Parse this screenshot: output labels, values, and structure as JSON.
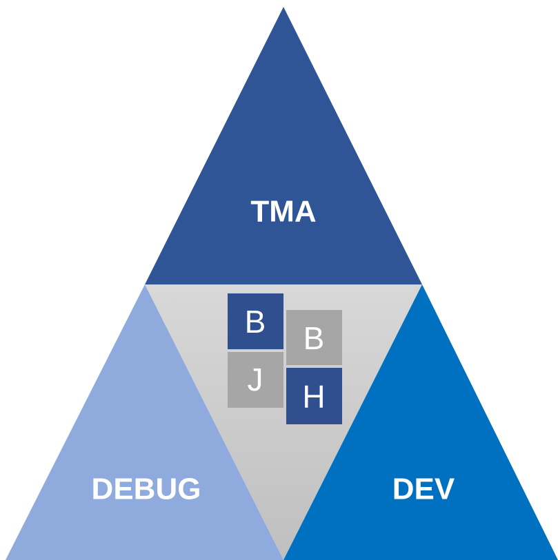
{
  "diagram": {
    "top": {
      "label": "TMA",
      "color": "#2f5597"
    },
    "left": {
      "label": "DEBUG",
      "color": "#8faadc"
    },
    "right": {
      "label": "DEV",
      "color": "#0070c0"
    },
    "center": {
      "color_top": "#d8d8d8",
      "color_bottom": "#bfbfbf"
    }
  },
  "logo": {
    "tiles": [
      {
        "letter": "B",
        "fill": "#2f4f8f",
        "text_color": "#ffffff"
      },
      {
        "letter": "B",
        "fill": "#a6a6a6",
        "text_color": "#ffffff"
      },
      {
        "letter": "J",
        "fill": "#a6a6a6",
        "text_color": "#ffffff"
      },
      {
        "letter": "H",
        "fill": "#2f4f8f",
        "text_color": "#ffffff"
      }
    ]
  }
}
